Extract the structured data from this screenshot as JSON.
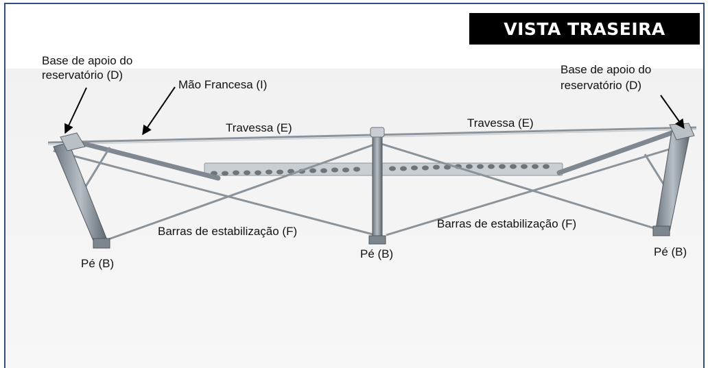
{
  "title": "VISTA TRASEIRA",
  "labels": {
    "base_left_line1": "Base de apoio do",
    "base_left_line2": "reservatório (D)",
    "base_right_line1": "Base de apoio do",
    "base_right_line2": "reservatório (D)",
    "mao_francesa": "Mão Francesa (I)",
    "travessa_left": "Travessa (E)",
    "travessa_right": "Travessa (E)",
    "barras_left": "Barras de estabilização (F)",
    "barras_right": "Barras de estabilização (F)",
    "pe_left": "Pé (B)",
    "pe_center": "Pé (B)",
    "pe_right": "Pé (B)"
  },
  "colors": {
    "frame_border": "#2f4d7a",
    "title_bg": "#000000",
    "title_text": "#ffffff",
    "metal": "#8f98a2",
    "metal_dark": "#5f6870"
  }
}
